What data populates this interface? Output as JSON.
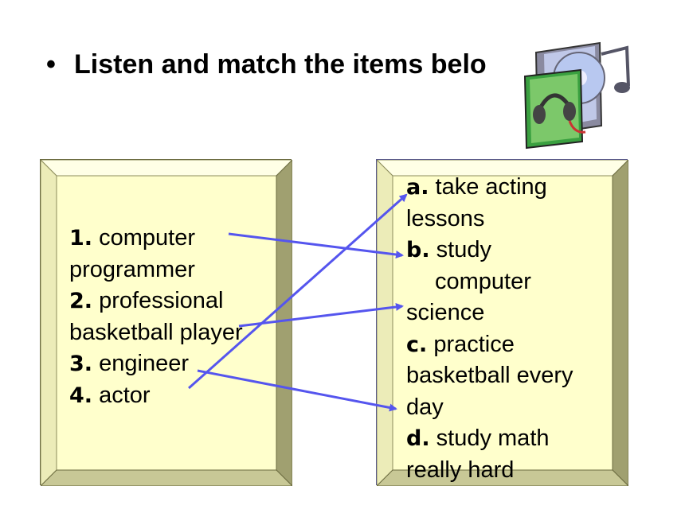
{
  "slide": {
    "bullet": "•",
    "title": "Listen and match the items belo"
  },
  "icon": {
    "name": "music-cd-headphones-icon"
  },
  "left_box": {
    "items": [
      {
        "num": "1.",
        "line1": "computer",
        "line2": "programmer"
      },
      {
        "num": "2.",
        "line1": "professional",
        "line2": "basketball player"
      },
      {
        "num": "3.",
        "line1": "engineer"
      },
      {
        "num": "4.",
        "line1": "actor"
      }
    ]
  },
  "right_box": {
    "items": [
      {
        "num": "a.",
        "line1": "take acting",
        "line2": "lessons"
      },
      {
        "num": "b.",
        "line1": "study",
        "line2": "computer",
        "line3": "science"
      },
      {
        "num": "c.",
        "line1": "practice",
        "line2": "basketball every",
        "line3": "day"
      },
      {
        "num": "d.",
        "line1": "study math",
        "line2": "really hard"
      }
    ]
  },
  "colors": {
    "box_fill": "#ffffcc",
    "arrow": "#5555ee"
  }
}
